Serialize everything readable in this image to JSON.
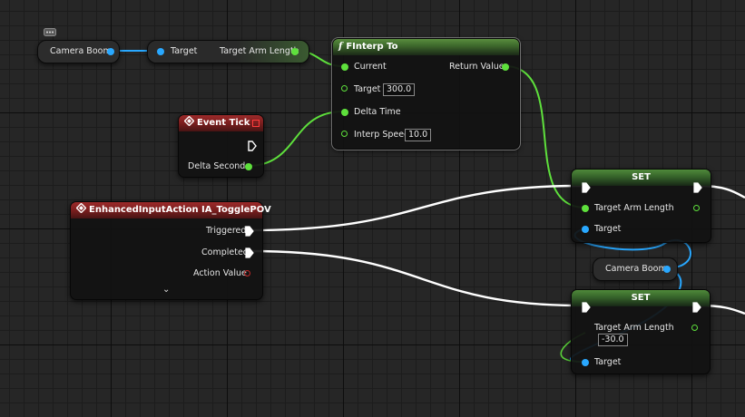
{
  "getters": {
    "camera_boom_1": "Camera Boom",
    "camera_boom_2": "Camera Boom",
    "target_arm": {
      "target": "Target",
      "output": "Target Arm Length"
    }
  },
  "finterp": {
    "title": "FInterp To",
    "current": "Current",
    "return_value": "Return Value",
    "target": "Target",
    "target_value": "300.0",
    "delta_time": "Delta Time",
    "interp_speed": "Interp Speed",
    "interp_speed_value": "10.0"
  },
  "event_tick": {
    "title": "Event Tick",
    "delta_seconds": "Delta Seconds"
  },
  "input_action": {
    "title": "EnhancedInputAction IA_TogglePOV",
    "triggered": "Triggered",
    "completed": "Completed",
    "action_value": "Action Value"
  },
  "set1": {
    "title": "SET",
    "target_arm_length": "Target Arm Length",
    "target": "Target"
  },
  "set2": {
    "title": "SET",
    "target_arm_length": "Target Arm Length",
    "value": "-30.0",
    "target": "Target"
  },
  "colors": {
    "grid_background": "#262626",
    "float_pin": "#5ee03c",
    "object_pin": "#29a8ff",
    "event_header": "#9c2a2a",
    "function_header": "#5a8e3e",
    "exec_wire": "#ffffff"
  },
  "icons": {
    "comment": "comment-bubble-icon",
    "function": "function-f-icon",
    "event": "event-diamond-icon",
    "delegate": "delegate-square-icon",
    "expand": "chevron-down-icon"
  }
}
